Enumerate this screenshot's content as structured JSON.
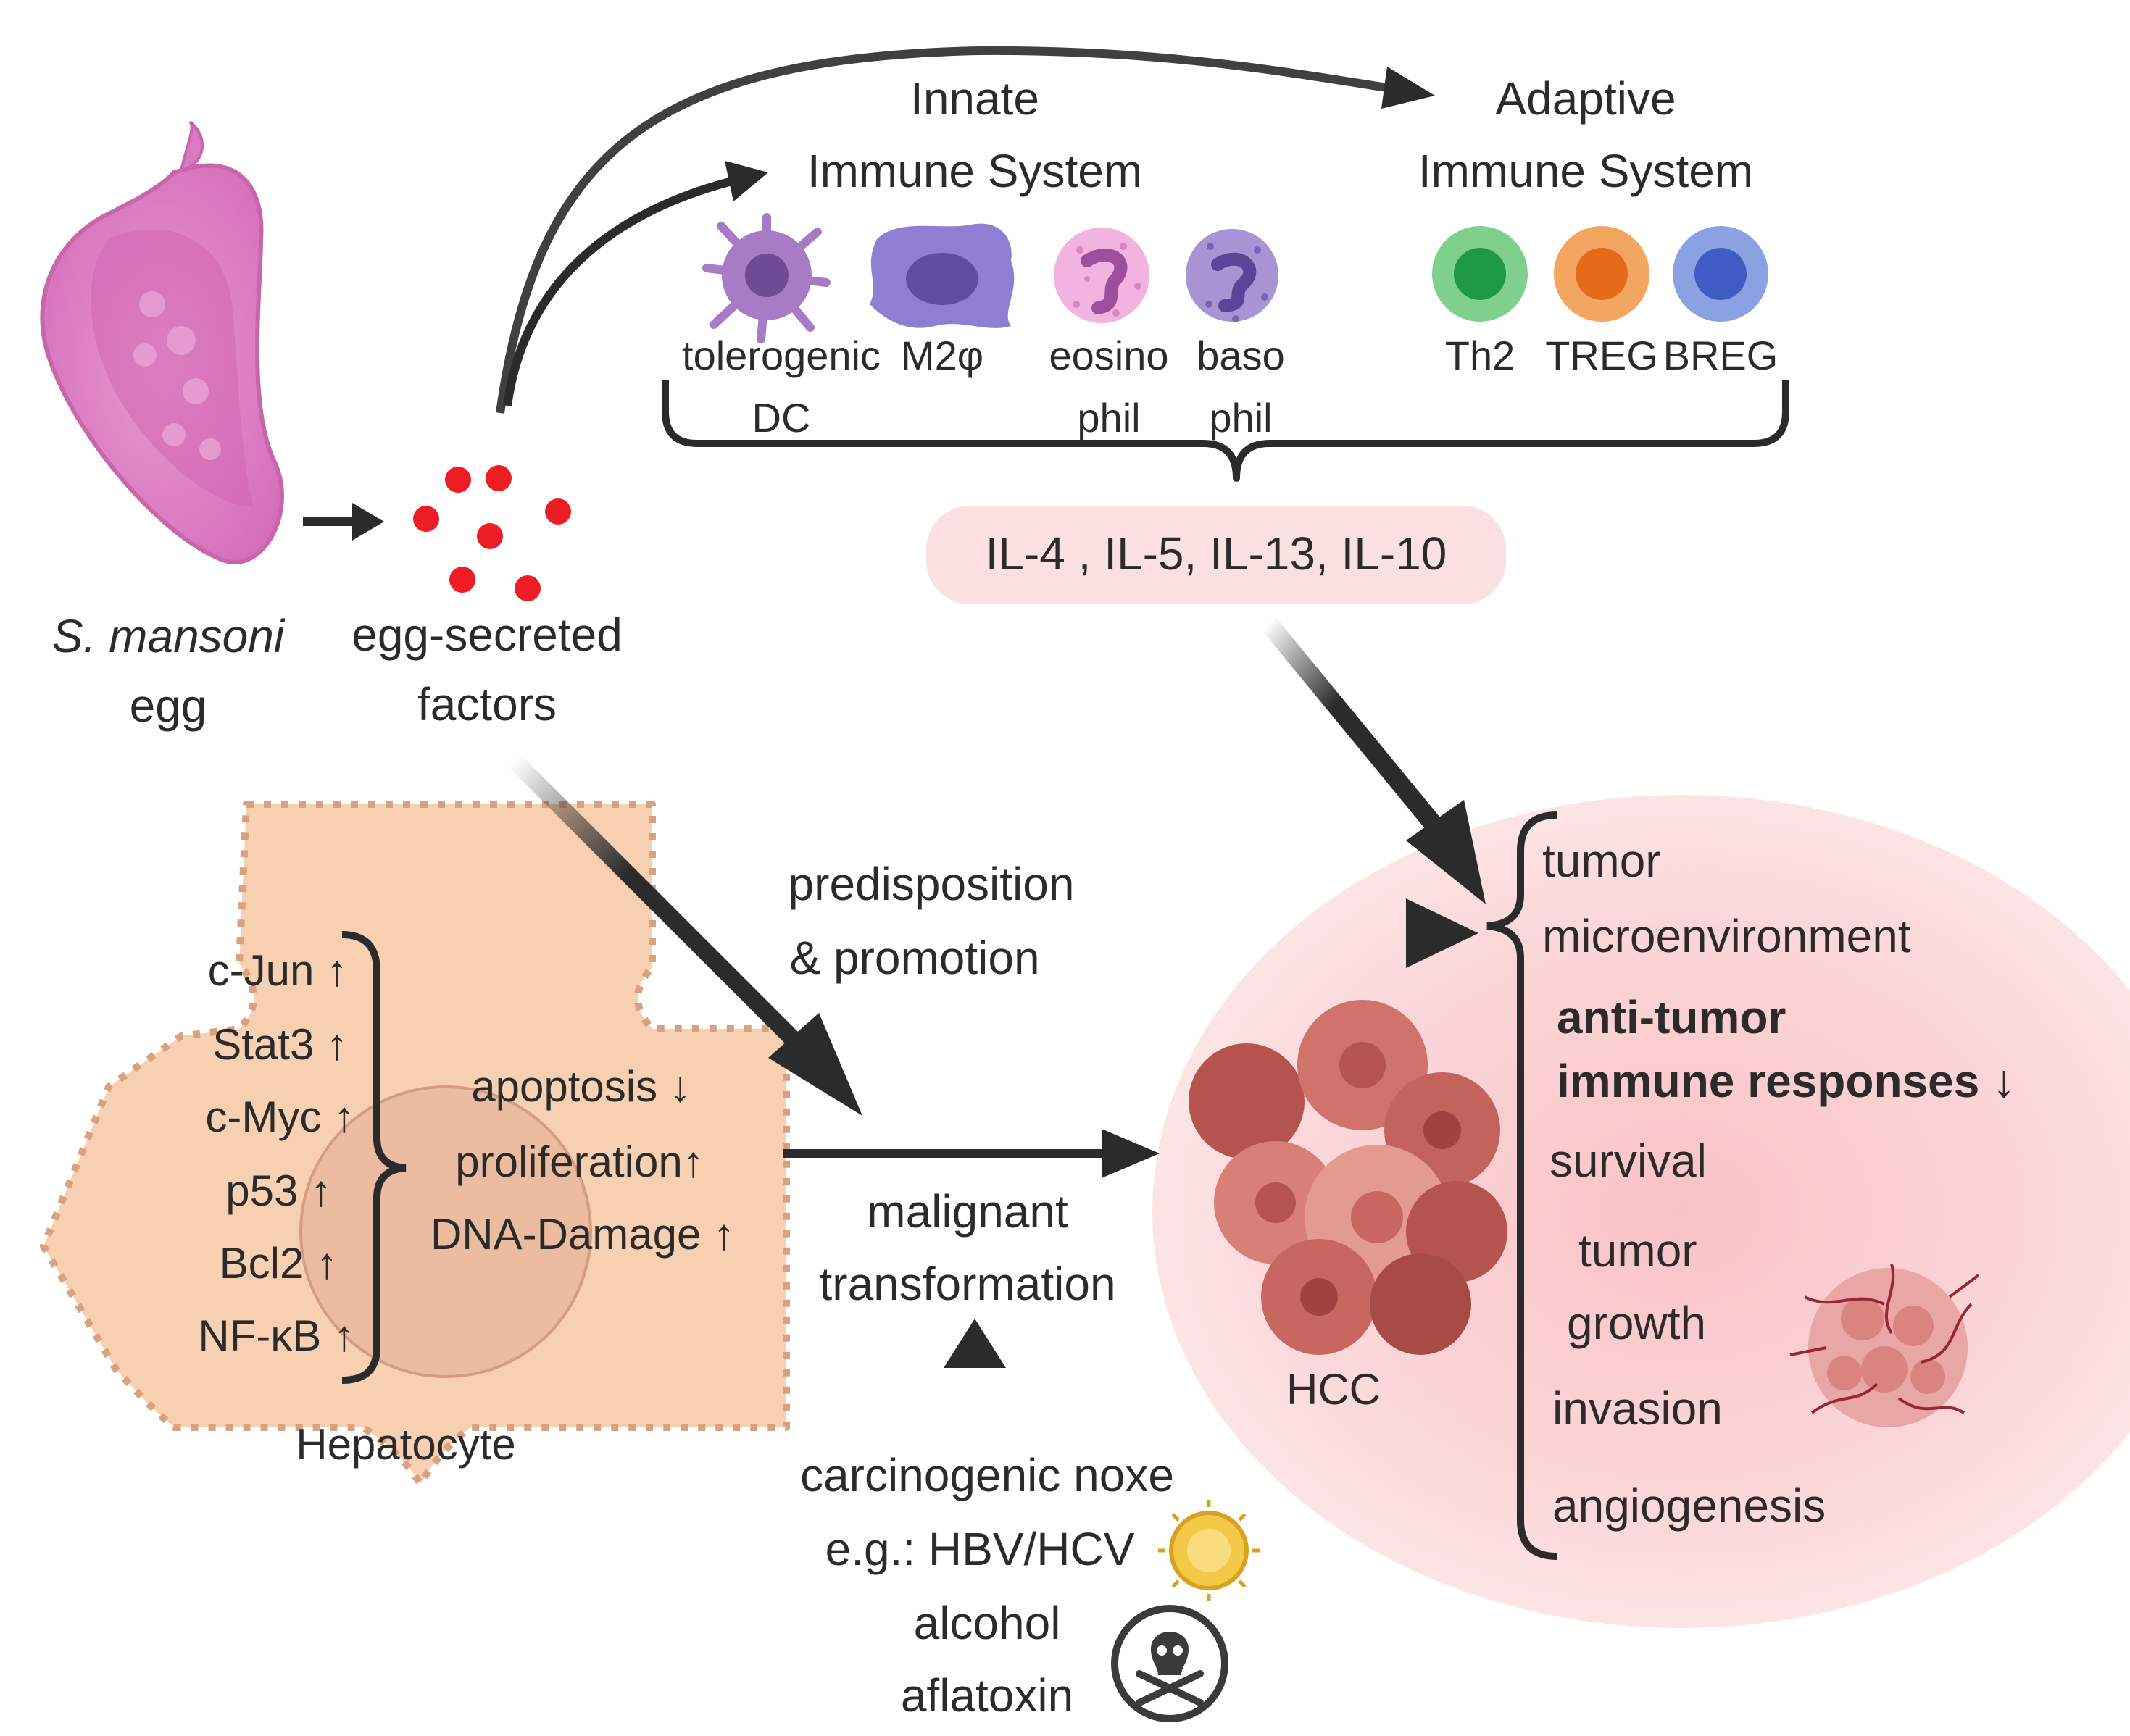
{
  "egg": {
    "name": "S. mansoni",
    "suffix": "egg"
  },
  "factors": {
    "line1": "egg-secreted",
    "line2": "factors"
  },
  "innate": {
    "title1": "Innate",
    "title2": "Immune System",
    "cells": [
      {
        "line1": "tolerogenic",
        "line2": "DC"
      },
      {
        "line1": "M2φ",
        "line2": ""
      },
      {
        "line1": "eosino",
        "line2": "phil"
      },
      {
        "line1": "baso",
        "line2": "phil"
      }
    ]
  },
  "adaptive": {
    "title1": "Adaptive",
    "title2": "Immune System",
    "cells": [
      {
        "label": "Th2"
      },
      {
        "label": "TREG"
      },
      {
        "label": "BREG"
      }
    ]
  },
  "cytokines": "IL-4 , IL-5, IL-13, IL-10",
  "hepatocyte": {
    "label": "Hepatocyte",
    "genes": [
      "c-Jun ↑",
      "Stat3 ↑",
      "c-Myc ↑",
      "p53 ↑",
      "Bcl2 ↑",
      "NF-κB ↑"
    ],
    "effects": [
      "apoptosis ↓",
      "proliferation↑",
      "DNA-Damage ↑"
    ]
  },
  "arrows": {
    "predisposition1": "predisposition",
    "predisposition2": "& promotion",
    "malignant1": "malignant",
    "malignant2": "transformation"
  },
  "carcinogens": {
    "line1": "carcinogenic noxe",
    "line2": "e.g.: HBV/HCV",
    "line3": "alcohol",
    "line4": "aflatoxin"
  },
  "hcc": {
    "label": "HCC",
    "outcomes": {
      "tm1": "tumor",
      "tm2": "microenvironment",
      "at1": "anti-tumor",
      "at2": "immune responses ↓",
      "survival": "survival",
      "tg1": "tumor",
      "tg2": "growth",
      "invasion": "invasion",
      "angiogenesis": "angiogenesis"
    }
  },
  "colors": {
    "egg": "#e7a0cf",
    "factors": "#ee1c24",
    "dc": "#a77bc6",
    "macrophage": "#8f7fd3",
    "eosinophil": "#f3b3e0",
    "basophil": "#a893d4",
    "th2": "#59b96b",
    "treg": "#ee8a3a",
    "breg": "#6a86d6",
    "hepatocyte": "#f7d0b2",
    "tumor_bg": "#fbd9db",
    "cytokine_box": "#fbe0e1"
  }
}
